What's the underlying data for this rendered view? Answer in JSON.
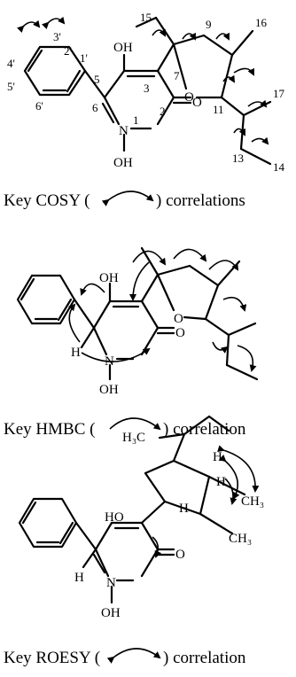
{
  "panel1": {
    "labels": {
      "oh": "OH",
      "o_ring": "O",
      "o_carbonyl": "O",
      "n": "N",
      "n_oh": "OH"
    },
    "numbers": {
      "n1": "1",
      "n2": "2",
      "n3": "3",
      "n5": "5",
      "n6": "6",
      "n7": "7",
      "n9": "9",
      "n11": "11",
      "n13": "13",
      "n14": "14",
      "n15": "15",
      "n16": "16",
      "n17": "17",
      "n1p": "1'",
      "n2p": "2'",
      "n3p": "3'",
      "n4p": "4'",
      "n5p": "5'",
      "n6p": "6'"
    },
    "caption_prefix": "Key COSY (",
    "caption_suffix": ") correlations"
  },
  "panel2": {
    "labels": {
      "oh": "OH",
      "o_ring": "O",
      "o_carbonyl": "O",
      "n": "N",
      "n_oh": "OH",
      "h": "H"
    },
    "caption_prefix": "Key HMBC (",
    "caption_suffix": ") correlation"
  },
  "panel3": {
    "labels": {
      "h3c": "H₃C",
      "ho": "HO",
      "h_a": "H",
      "h_b": "H",
      "h_c": "H",
      "h_ring": "H",
      "ch3_a": "CH₃",
      "ch3_b": "CH₃",
      "o_carbonyl": "O",
      "n": "N",
      "n_oh": "OH"
    },
    "caption_prefix": "Key ROESY (",
    "caption_suffix": ") correlation"
  }
}
